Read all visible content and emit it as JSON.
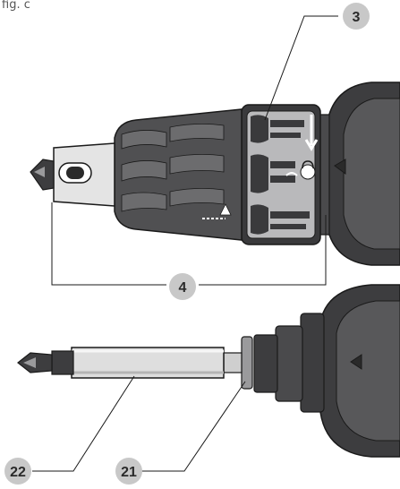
{
  "figure_label": "fig. c",
  "callouts": [
    {
      "number": "3"
    },
    {
      "number": "4"
    },
    {
      "number": "22"
    },
    {
      "number": "21"
    }
  ],
  "colors": {
    "callout_bubble": "#c8c8c8",
    "housing_dark": "#3d3d3f",
    "housing_mid": "#6c6c6e",
    "ring_light": "#b9b9bb",
    "metal_light": "#e4e4e4",
    "line": "#1a1a1a"
  }
}
